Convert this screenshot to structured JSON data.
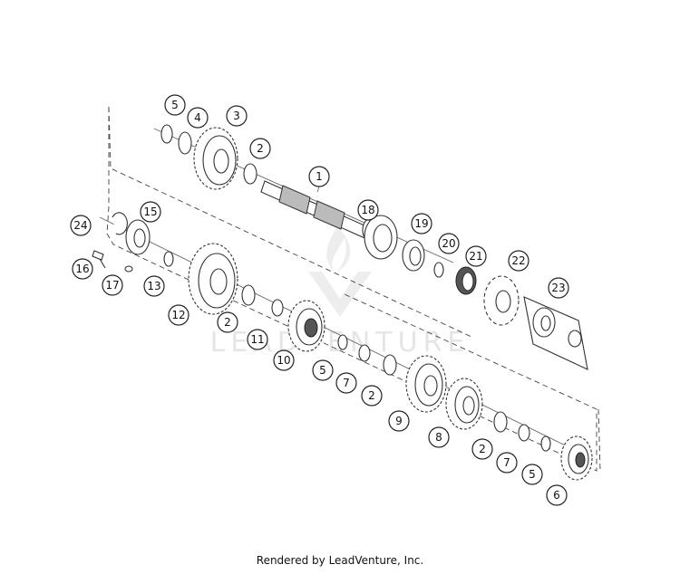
{
  "watermark": {
    "text": "LEADVENTURE"
  },
  "footer": {
    "credit": "Rendered by LeadVenture, Inc."
  },
  "callouts": [
    "1",
    "2",
    "3",
    "4",
    "5",
    "2",
    "18",
    "19",
    "20",
    "21",
    "22",
    "23",
    "24",
    "15",
    "16",
    "17",
    "13",
    "12",
    "2",
    "11",
    "10",
    "5",
    "7",
    "2",
    "9",
    "8",
    "2",
    "7",
    "5",
    "6"
  ]
}
